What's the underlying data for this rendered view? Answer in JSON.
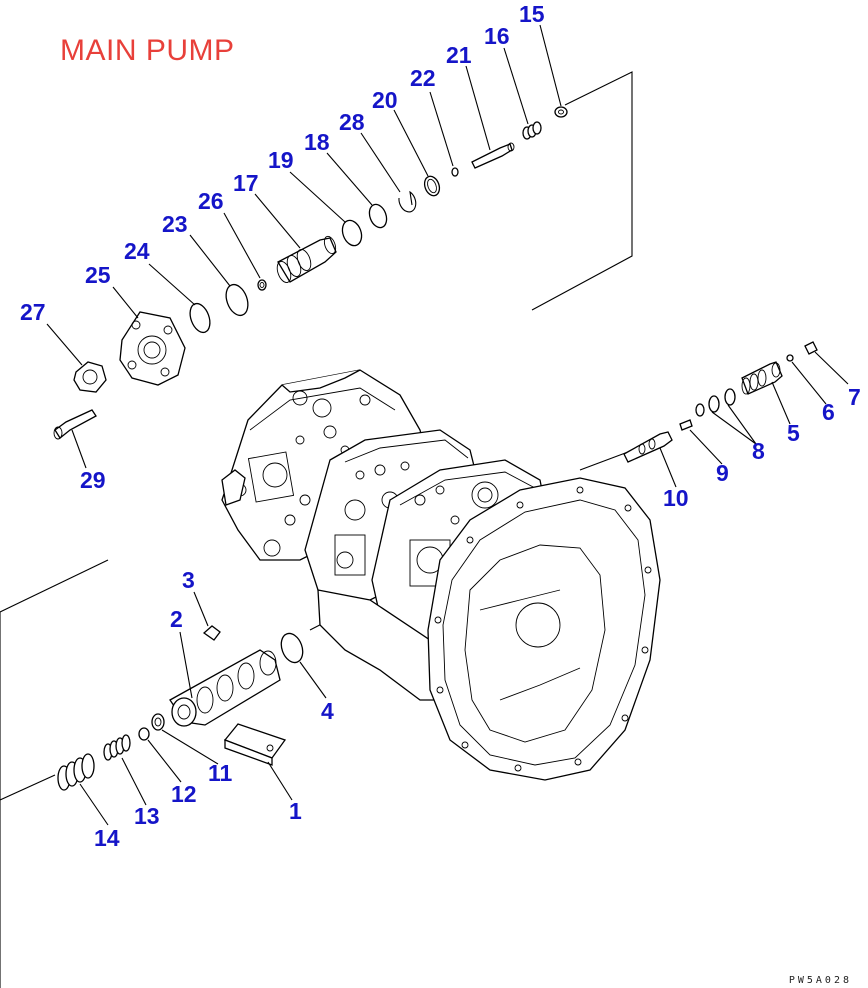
{
  "title": "MAIN PUMP",
  "drawing_code": "PW5A028",
  "accent_colors": {
    "title": "#e8403a",
    "callouts": "#1515c8"
  },
  "callouts": [
    "1",
    "2",
    "3",
    "4",
    "5",
    "6",
    "7",
    "8",
    "9",
    "10",
    "11",
    "12",
    "13",
    "14",
    "15",
    "16",
    "17",
    "18",
    "19",
    "20",
    "21",
    "22",
    "23",
    "24",
    "25",
    "26",
    "27",
    "28",
    "29"
  ]
}
